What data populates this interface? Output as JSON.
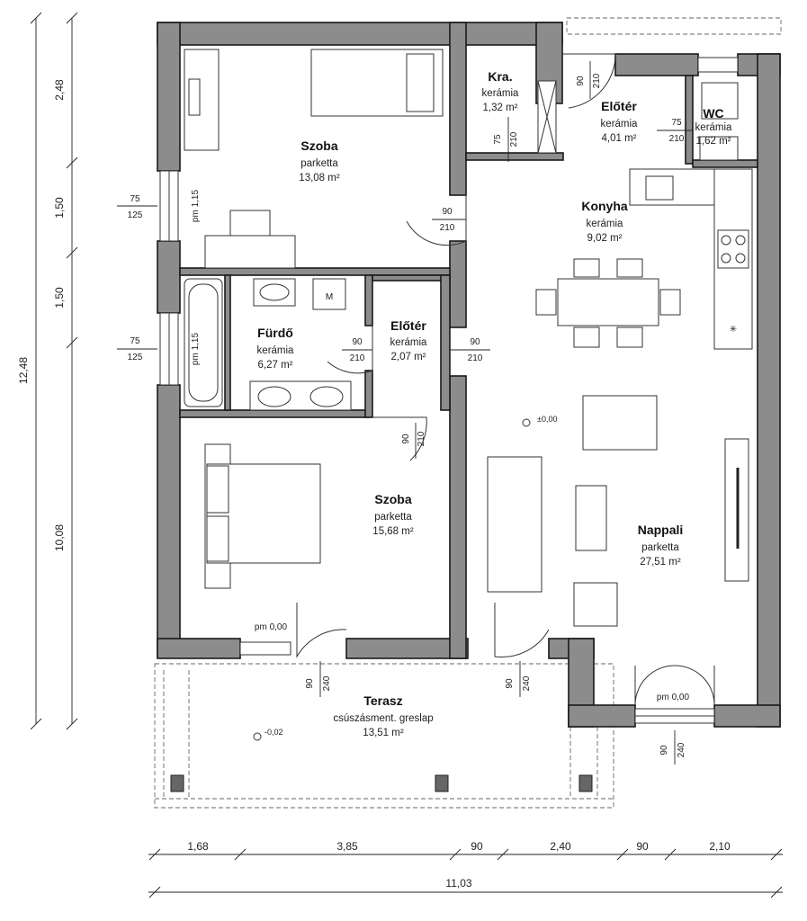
{
  "rooms": {
    "szoba_top": {
      "name": "Szoba",
      "floor": "parketta",
      "area": "13,08 m²"
    },
    "kra": {
      "name": "Kra.",
      "floor": "kerámia",
      "area": "1,32 m²"
    },
    "eloter_top": {
      "name": "Előtér",
      "floor": "kerámia",
      "area": "4,01 m²"
    },
    "wc": {
      "name": "WC",
      "floor": "kerámia",
      "area": "1,62 m²"
    },
    "konyha": {
      "name": "Konyha",
      "floor": "kerámia",
      "area": "9,02 m²"
    },
    "furdo": {
      "name": "Fürdő",
      "floor": "kerámia",
      "area": "6,27 m²"
    },
    "eloter_mid": {
      "name": "Előtér",
      "floor": "kerámia",
      "area": "2,07 m²"
    },
    "szoba_bottom": {
      "name": "Szoba",
      "floor": "parketta",
      "area": "15,68 m²"
    },
    "nappali": {
      "name": "Nappali",
      "floor": "parketta",
      "area": "27,51 m²"
    },
    "terasz": {
      "name": "Terasz",
      "floor": "csúszásment. greslap",
      "area": "13,51 m²"
    }
  },
  "left_dims": {
    "total": "12,48",
    "seg1": "2,48",
    "seg2": "1,50",
    "seg3": "1,50",
    "seg4": "10,08"
  },
  "bottom_dims": {
    "seg1": "1,68",
    "seg2": "3,85",
    "seg3": "90",
    "seg4": "2,40",
    "seg5": "90",
    "seg6": "2,10",
    "total": "11,03"
  },
  "windows": {
    "szoba_w": "75",
    "szoba_h": "125",
    "szoba_pm": "pm 1,15",
    "furdo_w": "75",
    "furdo_h": "125",
    "furdo_pm": "pm 1,15"
  },
  "doors": {
    "kra_w": "75",
    "kra_h": "210",
    "entry_w": "90",
    "entry_h": "210",
    "wc_w": "75",
    "wc_h": "210",
    "szoba_w": "90",
    "szoba_h": "210",
    "furdo_w": "90",
    "furdo_h": "210",
    "eloter_w": "90",
    "eloter_h": "210",
    "szoba2_w": "90",
    "szoba2_h": "210",
    "terasz1_w": "90",
    "terasz1_h": "240",
    "terasz1_pm": "pm 0,00",
    "terasz2_w": "90",
    "terasz2_h": "240",
    "nappali_w": "90",
    "nappali_h": "240",
    "nappali_pm": "pm 0,00"
  },
  "levels": {
    "interior": "±0,00",
    "terrace": "-0,02"
  },
  "appliances": {
    "washer": "M"
  }
}
